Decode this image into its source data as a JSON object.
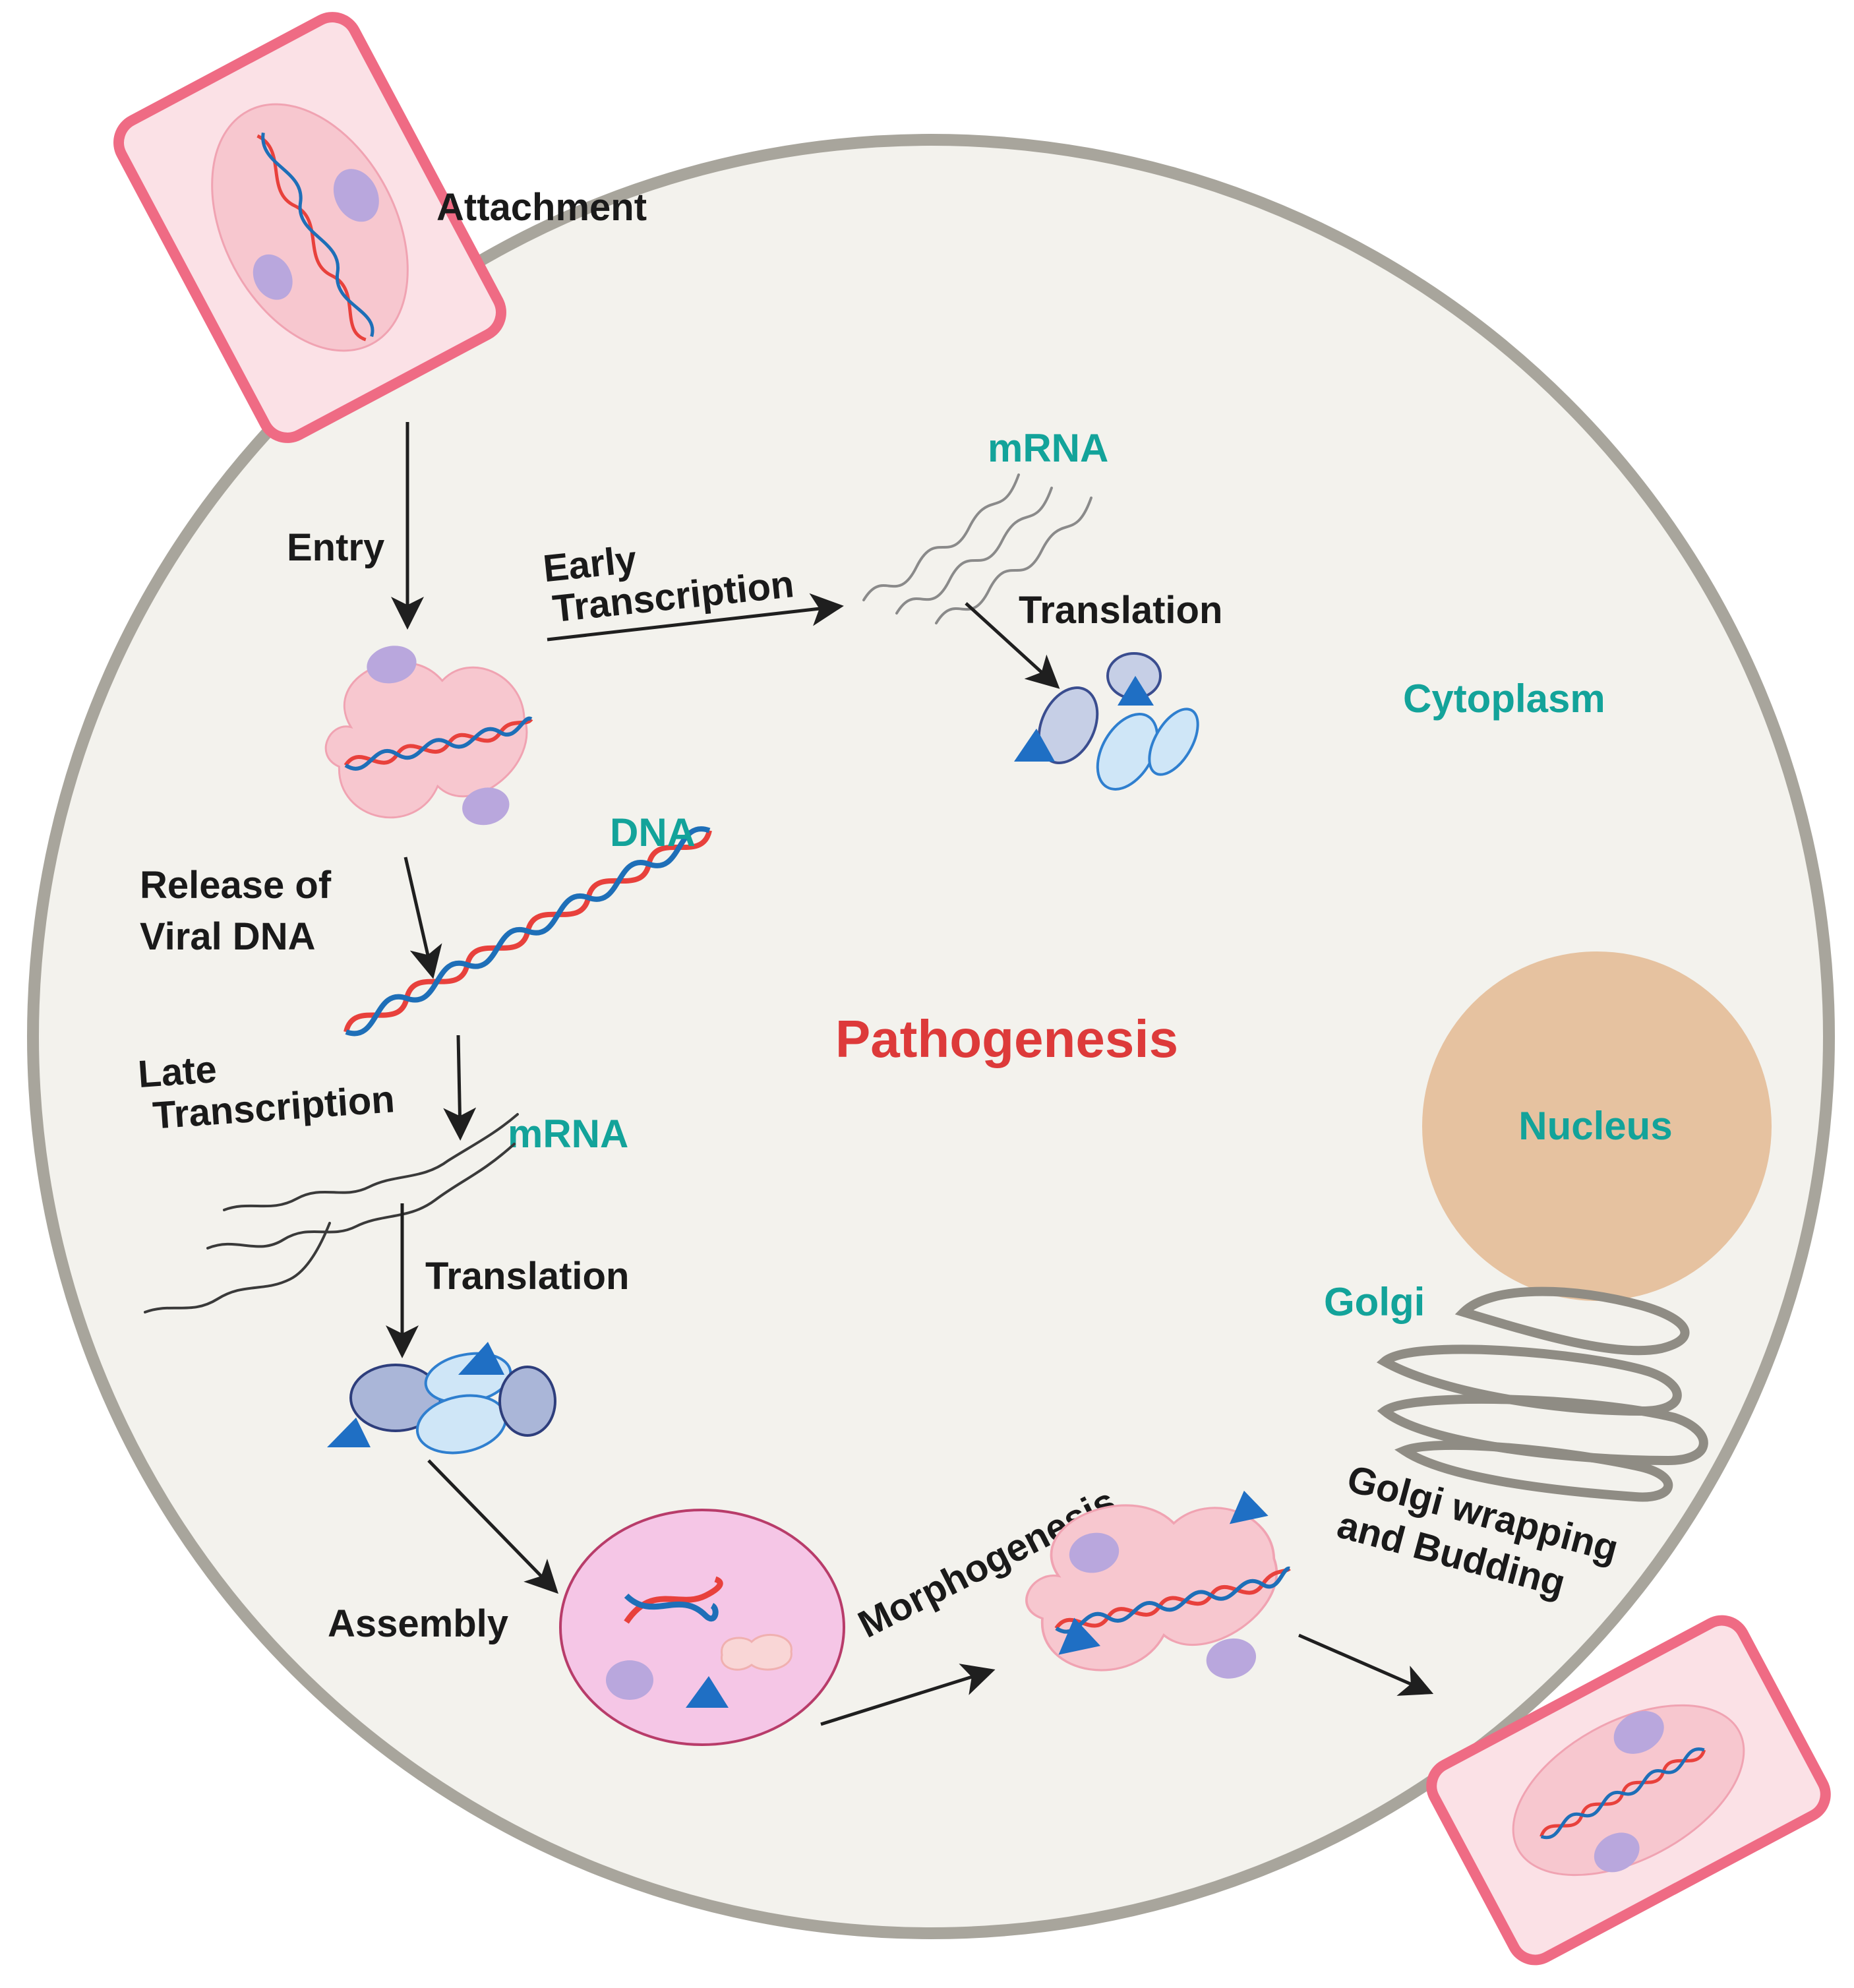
{
  "title": "Pathogenesis",
  "compartments": {
    "cytoplasm": "Cytoplasm",
    "nucleus": "Nucleus",
    "golgi": "Golgi"
  },
  "molecules": {
    "mrna_early": "mRNA",
    "mrna_late": "mRNA",
    "dna": "DNA"
  },
  "steps": {
    "attachment": "Attachment",
    "entry": "Entry",
    "early_transcription_1": "Early",
    "early_transcription_2": "Transcription",
    "translation_early": "Translation",
    "release_1": "Release of",
    "release_2": "Viral DNA",
    "late_transcription_1": "Late",
    "late_transcription_2": "Transcription",
    "translation_late": "Translation",
    "assembly": "Assembly",
    "morphogenesis": "Morphogenesis",
    "budding_1": "Golgi wrapping",
    "budding_2": "and Budding"
  },
  "colors": {
    "cell_fill": "#f3f2ed",
    "cell_border": "#a8a59c",
    "nucleus_fill": "#e6c2a0",
    "label_teal": "#13a39a",
    "title_red": "#dd3a3a",
    "virion_border": "#ef6b84",
    "virion_core": "#f7c7cf",
    "protein_purple": "#b9a7dd",
    "protein_blue": "#1f6fc4",
    "dna_red": "#e8413c",
    "dna_blue": "#1e6fb8"
  }
}
